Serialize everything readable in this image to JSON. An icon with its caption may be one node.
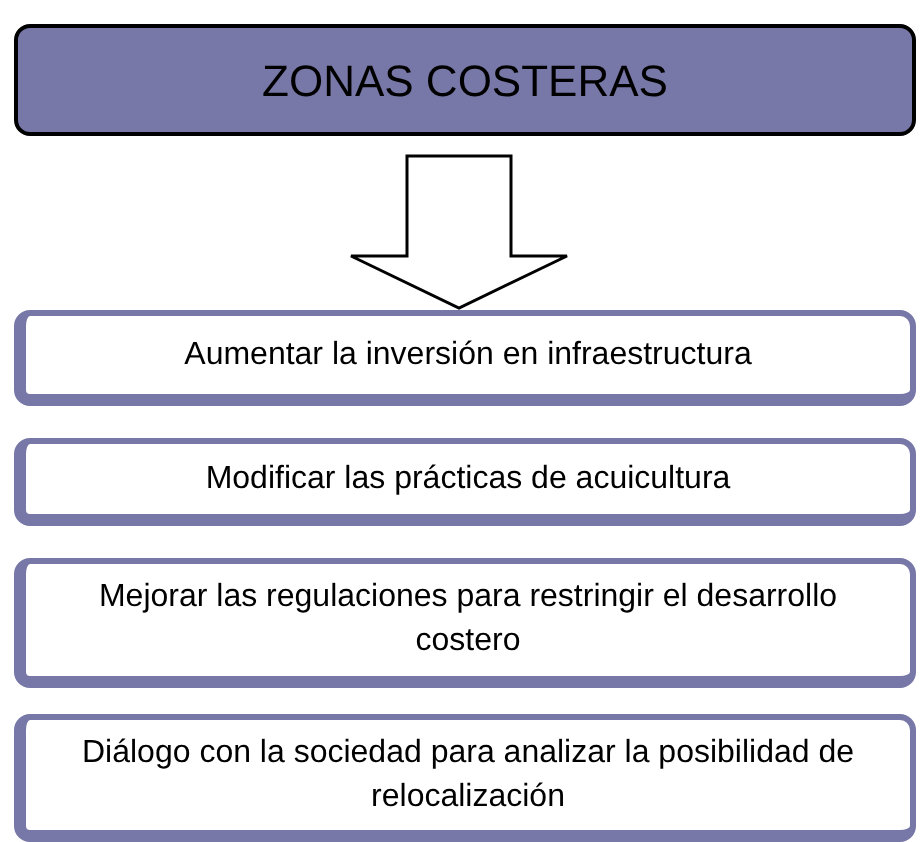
{
  "diagram": {
    "nodes": [
      {
        "text": [
          "ZONAS COSTERAS"
        ]
      },
      {
        "text": [
          "Aumentar la inversión en infraestructura"
        ]
      },
      {
        "text": [
          "Modificar las prácticas de acuicultura"
        ]
      },
      {
        "text": [
          "Mejorar las regulaciones para restringir el desarrollo costero"
        ]
      },
      {
        "text": [
          "Diálogo con la sociedad para analizar la posibilidad de relocalización"
        ]
      }
    ],
    "edges": [
      {
        "from": 0,
        "to": 1,
        "arrow": "to"
      }
    ]
  }
}
